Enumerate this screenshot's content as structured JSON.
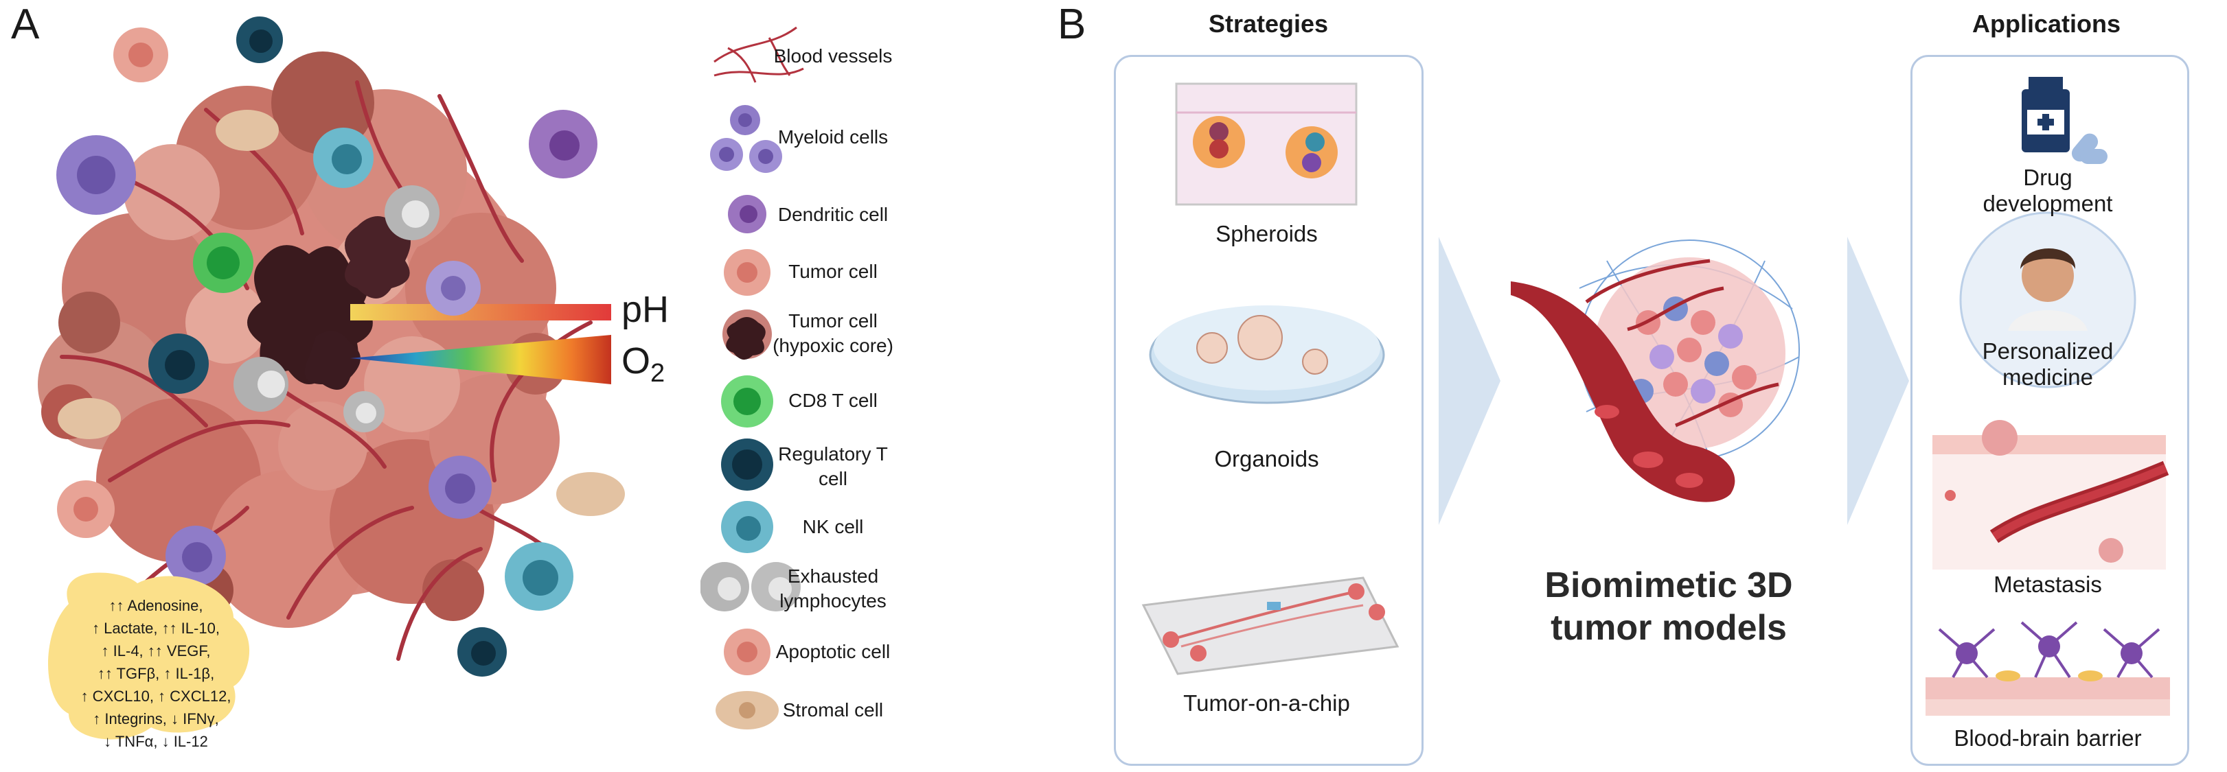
{
  "panel_a": {
    "letter": "A",
    "ph_label": "pH",
    "o2_label_main": "O",
    "o2_label_sub": "2",
    "note_lines": [
      "↑↑ Adenosine,",
      "↑ Lactate, ↑↑ IL-10,",
      "↑ IL-4, ↑↑ VEGF,",
      "↑↑ TGFβ, ↑ IL-1β,",
      "↑ CXCL10, ↑ CXCL12,",
      "↑ Integrins, ↓ IFNγ,",
      "↓ TNFα, ↓ IL-12"
    ],
    "legend": [
      {
        "label": "Blood vessels"
      },
      {
        "label": "Myeloid cells"
      },
      {
        "label": "Dendritic cell"
      },
      {
        "label": "Tumor cell"
      },
      {
        "label_line1": "Tumor cell",
        "label_line2": "(hypoxic core)"
      },
      {
        "label": "CD8 T cell"
      },
      {
        "label_line1": "Regulatory T",
        "label_line2": "cell"
      },
      {
        "label": "NK cell"
      },
      {
        "label_line1": "Exhausted",
        "label_line2": "lymphocytes"
      },
      {
        "label": "Apoptotic cell"
      },
      {
        "label": "Stromal cell"
      }
    ]
  },
  "panel_b": {
    "letter": "B",
    "strategies_header": "Strategies",
    "applications_header": "Applications",
    "strategies": [
      "Spheroids",
      "Organoids",
      "Tumor-on-a-chip"
    ],
    "center_title_line1": "Biomimetic 3D",
    "center_title_line2": "tumor models",
    "applications": [
      {
        "line1": "Drug",
        "line2": "development"
      },
      {
        "line1": "Personalized",
        "line2": "medicine"
      },
      {
        "line1": "Metastasis"
      },
      {
        "line1": "Blood-brain barrier"
      }
    ]
  },
  "colors": {
    "card_border": "#b7c9e2",
    "tumor": "#d98a7f",
    "tumor_dark": "#b5584f",
    "vessel": "#a8323e",
    "myeloid": "#8f7cc8",
    "cd8": "#4fc05a",
    "treg": "#1d4f66",
    "nk": "#6cb9cc",
    "exhausted": "#b0b0b0",
    "stromal": "#e3c2a2",
    "note_bg": "#fbe08a",
    "arrow": "#d6e3f1"
  }
}
